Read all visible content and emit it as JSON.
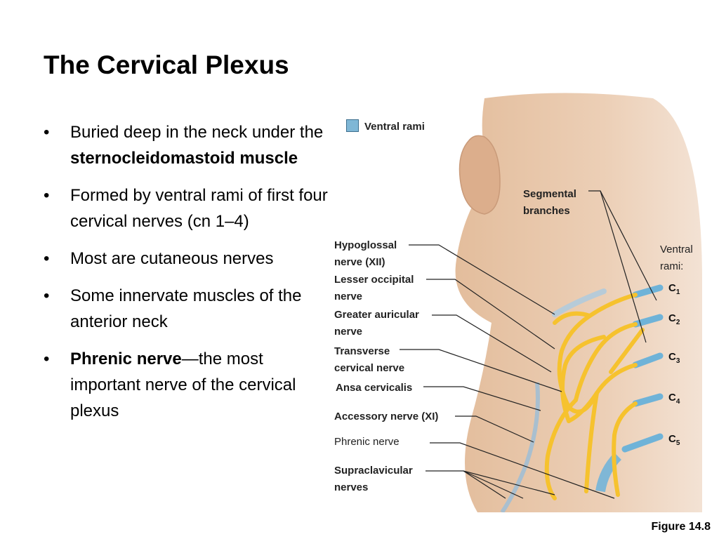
{
  "title": "The Cervical Plexus",
  "bullets": [
    {
      "text_a": "Buried deep in the neck under the ",
      "bold_b": "sternocleidomastoid muscle"
    },
    {
      "text_a": "Formed by ventral rami of first four cervical nerves (cn 1–4)"
    },
    {
      "text_a": "Most are cutaneous nerves"
    },
    {
      "text_a": "Some innervate muscles of the anterior neck"
    },
    {
      "bold_a": "Phrenic nerve",
      "text_b": "—the most important nerve of the cervical plexus"
    }
  ],
  "figure": {
    "legend": "Ventral rami",
    "labels": {
      "segmental": [
        "Segmental",
        "branches"
      ],
      "ventral_rami": [
        "Ventral",
        "rami:"
      ],
      "hypoglossal": [
        "Hypoglossal",
        "nerve (XII)"
      ],
      "lesser_occipital": [
        "Lesser occipital",
        "nerve"
      ],
      "greater_auricular": [
        "Greater auricular",
        "nerve"
      ],
      "transverse_cervical": [
        "Transverse",
        "cervical nerve"
      ],
      "ansa": "Ansa cervicalis",
      "accessory": "Accessory nerve (XI)",
      "phrenic": "Phrenic nerve",
      "supraclavicular": [
        "Supraclavicular",
        "nerves"
      ]
    },
    "c_letter": "C",
    "c_subs": [
      "1",
      "2",
      "3",
      "4",
      "5"
    ],
    "caption": "Figure 14.8"
  },
  "colors": {
    "skin": "#e8c7aa",
    "nerve": "#f6c22e",
    "ramus": "#6fb3d8"
  }
}
